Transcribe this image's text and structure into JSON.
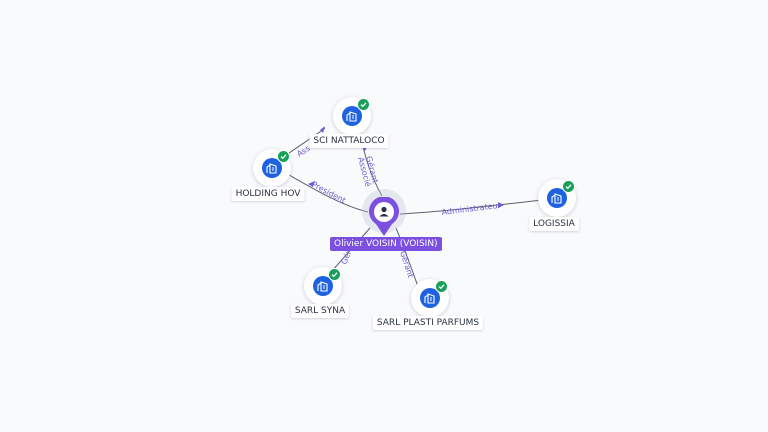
{
  "center": {
    "label": "Olivier VOISIN (VOISIN)",
    "icon": "person-pin-icon",
    "color": "#7b4fe0"
  },
  "nodes": [
    {
      "id": "sci",
      "label": "SCI NATTALOCO",
      "icon": "building-icon",
      "verified": true
    },
    {
      "id": "holding",
      "label": "HOLDING HOV",
      "icon": "building-icon",
      "verified": true
    },
    {
      "id": "logissia",
      "label": "LOGISSIA",
      "icon": "building-icon",
      "verified": true
    },
    {
      "id": "syna",
      "label": "SARL SYNA",
      "icon": "building-icon",
      "verified": true
    },
    {
      "id": "plasti",
      "label": "SARL PLASTI PARFUMS",
      "icon": "building-icon",
      "verified": true
    }
  ],
  "edges": {
    "sci_main": "Gérant",
    "sci_second": "Associé",
    "holding_main": "President",
    "holding_second": "Ass",
    "logissia": "Administrateur",
    "syna": "Gér",
    "plasti": "Gérant"
  },
  "colors": {
    "node_blue": "#1f62e0",
    "badge_green": "#18a05a",
    "edge_label": "#6e5bd6"
  }
}
